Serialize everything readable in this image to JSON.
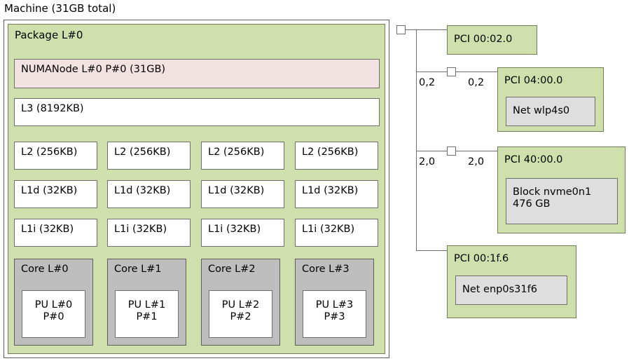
{
  "machine": {
    "title": "Machine (31GB total)",
    "package": {
      "label": "Package L#0",
      "numanode": "NUMANode L#0 P#0 (31GB)",
      "l3": "L3 (8192KB)",
      "l2": [
        "L2 (256KB)",
        "L2 (256KB)",
        "L2 (256KB)",
        "L2 (256KB)"
      ],
      "l1d": [
        "L1d (32KB)",
        "L1d (32KB)",
        "L1d (32KB)",
        "L1d (32KB)"
      ],
      "l1i": [
        "L1i (32KB)",
        "L1i (32KB)",
        "L1i (32KB)",
        "L1i (32KB)"
      ],
      "cores": [
        {
          "label": "Core L#0",
          "pu": "PU L#0\nP#0"
        },
        {
          "label": "Core L#1",
          "pu": "PU L#1\nP#1"
        },
        {
          "label": "Core L#2",
          "pu": "PU L#2\nP#2"
        },
        {
          "label": "Core L#3",
          "pu": "PU L#3\nP#3"
        }
      ]
    }
  },
  "io": {
    "root_bridge": "",
    "devices": [
      {
        "label": "PCI 00:02.0",
        "children": [],
        "edge_left": "",
        "edge_right": "",
        "bridge": false
      },
      {
        "label": "PCI 04:00.0",
        "children": [
          "Net wlp4s0"
        ],
        "edge_left": "0,2",
        "edge_right": "0,2",
        "bridge": true
      },
      {
        "label": "PCI 40:00.0",
        "children": [
          "Block nvme0n1\n476 GB"
        ],
        "edge_left": "2,0",
        "edge_right": "2,0",
        "bridge": true
      },
      {
        "label": "PCI 00:1f.6",
        "children": [
          "Net enp0s31f6"
        ],
        "edge_left": "",
        "edge_right": "",
        "bridge": false
      }
    ]
  },
  "colors": {
    "package_fill": "#cfe0ac",
    "package_stroke": "#6f7d54",
    "numa_fill": "#f2e2e2",
    "core_fill": "#bebebe",
    "osdev_fill": "#dedede",
    "cache_fill": "#ffffff",
    "line": "#6f6f6f",
    "text": "#000000"
  }
}
